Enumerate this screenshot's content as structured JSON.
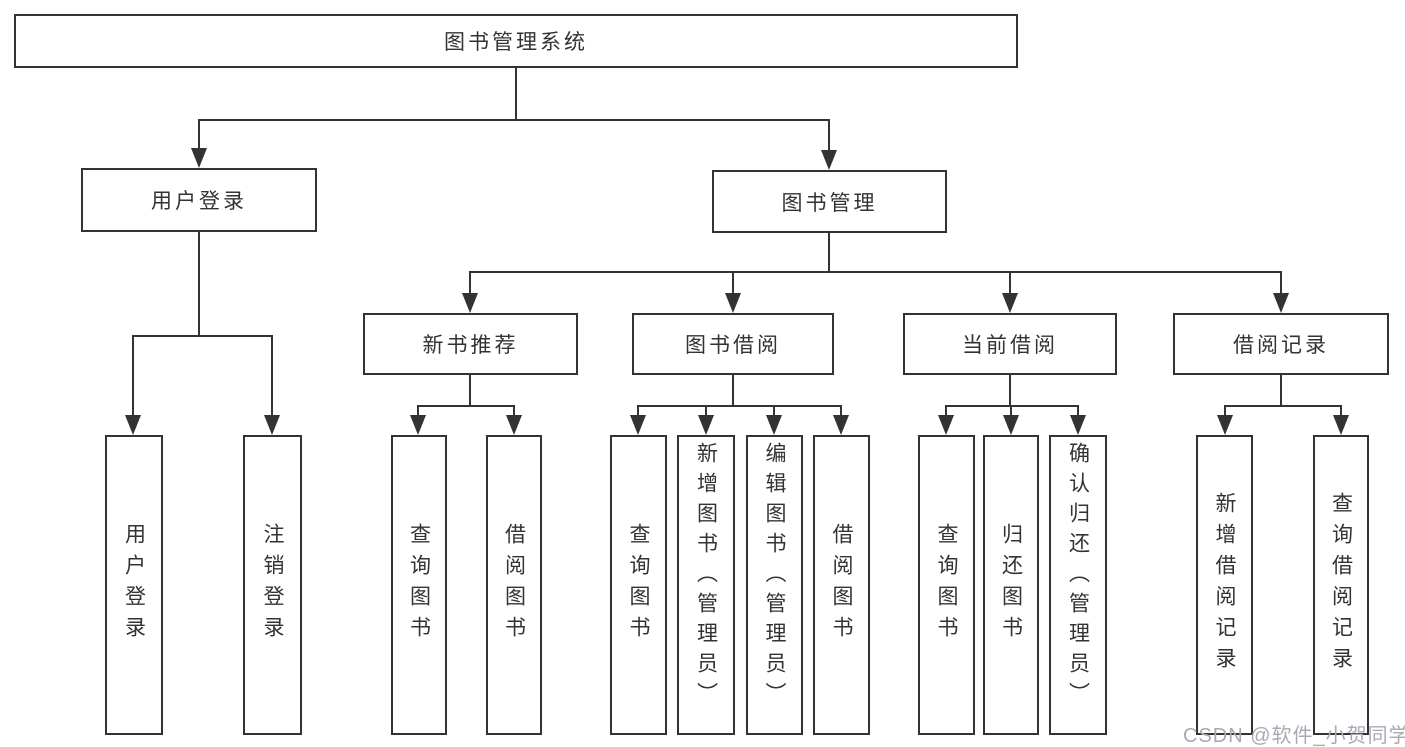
{
  "colors": {
    "line": "#333333",
    "text": "#333333",
    "watermark": "#a9a9b3",
    "background": "#ffffff"
  },
  "tree": {
    "root": "图书管理系统",
    "level2": [
      {
        "label": "用户登录",
        "leaves": [
          "用户登录",
          "注销登录"
        ]
      },
      {
        "label": "图书管理",
        "sections": [
          {
            "label": "新书推荐",
            "leaves": [
              "查询图书",
              "借阅图书"
            ]
          },
          {
            "label": "图书借阅",
            "leaves": [
              "查询图书",
              "新增图书（管理员）",
              "编辑图书（管理员）",
              "借阅图书"
            ]
          },
          {
            "label": "当前借阅",
            "leaves": [
              "查询图书",
              "归还图书",
              "确认归还（管理员）"
            ]
          },
          {
            "label": "借阅记录",
            "leaves": [
              "新增借阅记录",
              "查询借阅记录"
            ]
          }
        ]
      }
    ]
  },
  "watermark": "CSDN @软件_小贺同学"
}
